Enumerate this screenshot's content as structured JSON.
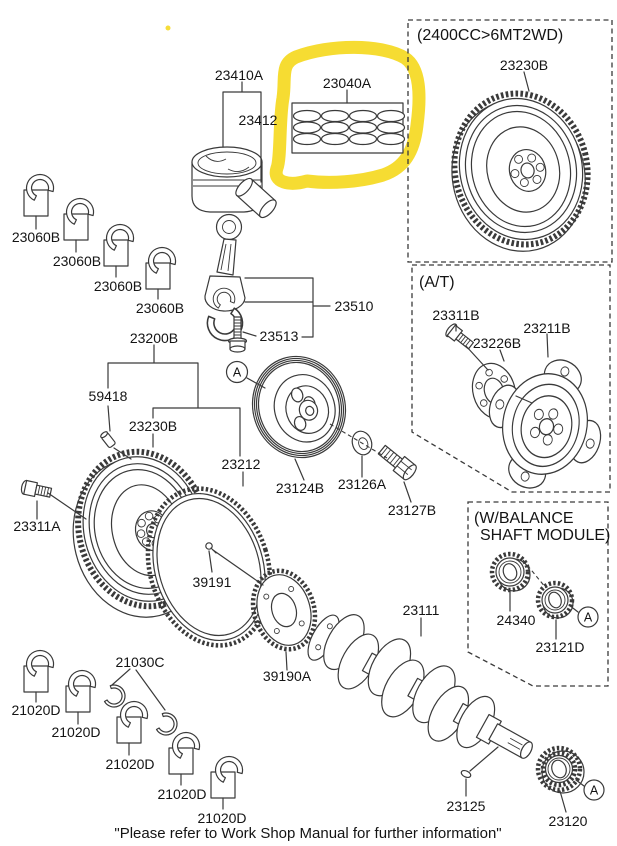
{
  "diagram": {
    "background": "#ffffff",
    "colors": {
      "line": "#3a3a3a",
      "text": "#141414",
      "highlight": "#f5d716"
    },
    "footer_note": "\"Please refer to Work Shop Manual for further information\"",
    "callout_letter": "A",
    "boxes": {
      "manual_transmission": {
        "caption": "(2400CC>6MT2WD)",
        "flywheel": "23230B"
      },
      "automatic_transmission": {
        "caption": "(A/T)",
        "bolt": "23311B",
        "adapter_plate": "23226B",
        "drive_plate": "23211B"
      },
      "balance_shaft": {
        "caption_line1": "(W/BALANCE",
        "caption_line2": "SHAFT MODULE)",
        "sprocket": "24340",
        "gear": "23121D"
      }
    },
    "parts": {
      "piston": "23410A",
      "piston_pin": "23412",
      "piston_ring_set": "23040A",
      "connecting_rod": "23510",
      "rod_bolt": "23513",
      "rod_bearing": "23060B",
      "flywheel_assembly": "23200B",
      "dowel_pin": "59418",
      "flywheel": "23230B",
      "ring_gear": "23212",
      "flywheel_bolt": "23311A",
      "crank_pulley": "23124B",
      "pulley_washer": "23126A",
      "pulley_bolt": "23127B",
      "sensor_pin": "39191",
      "tone_wheel": "39190A",
      "crankshaft": "23111",
      "main_bearing": "21020D",
      "thrust_washer_set": "21030C",
      "woodruff_key": "23125",
      "crank_sprocket": "23120"
    }
  }
}
